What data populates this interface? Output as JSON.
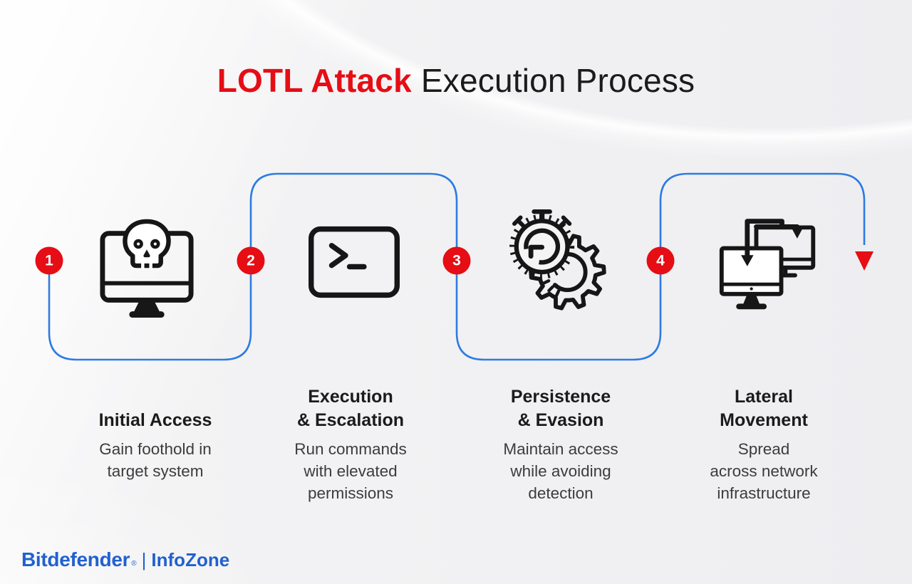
{
  "title": {
    "highlight": "LOTL Attack",
    "rest": "Execution Process"
  },
  "steps": [
    {
      "number": "1",
      "icon": "monitor-skull-icon",
      "title_lines": [
        "Initial Access"
      ],
      "description_lines": [
        "Gain foothold in",
        "target system"
      ]
    },
    {
      "number": "2",
      "icon": "terminal-icon",
      "title_lines": [
        "Execution",
        "& Escalation"
      ],
      "description_lines": [
        "Run commands",
        "with elevated",
        "permissions"
      ]
    },
    {
      "number": "3",
      "icon": "stopwatch-gear-icon",
      "title_lines": [
        "Persistence",
        "& Evasion"
      ],
      "description_lines": [
        "Maintain access",
        "while avoiding",
        "detection"
      ]
    },
    {
      "number": "4",
      "icon": "network-monitors-icon",
      "title_lines": [
        "Lateral",
        "Movement"
      ],
      "description_lines": [
        "Spread",
        "across network",
        "infrastructure"
      ]
    }
  ],
  "footer": {
    "brand": "Bitdefender",
    "registered_mark": "®",
    "separator": "|",
    "sub_brand": "InfoZone"
  },
  "colors": {
    "accent_red": "#e60d15",
    "flow_blue": "#2c7be2",
    "brand_blue": "#2161cf",
    "title_text": "#1b1b1b",
    "body_text": "#3c3c3c"
  }
}
